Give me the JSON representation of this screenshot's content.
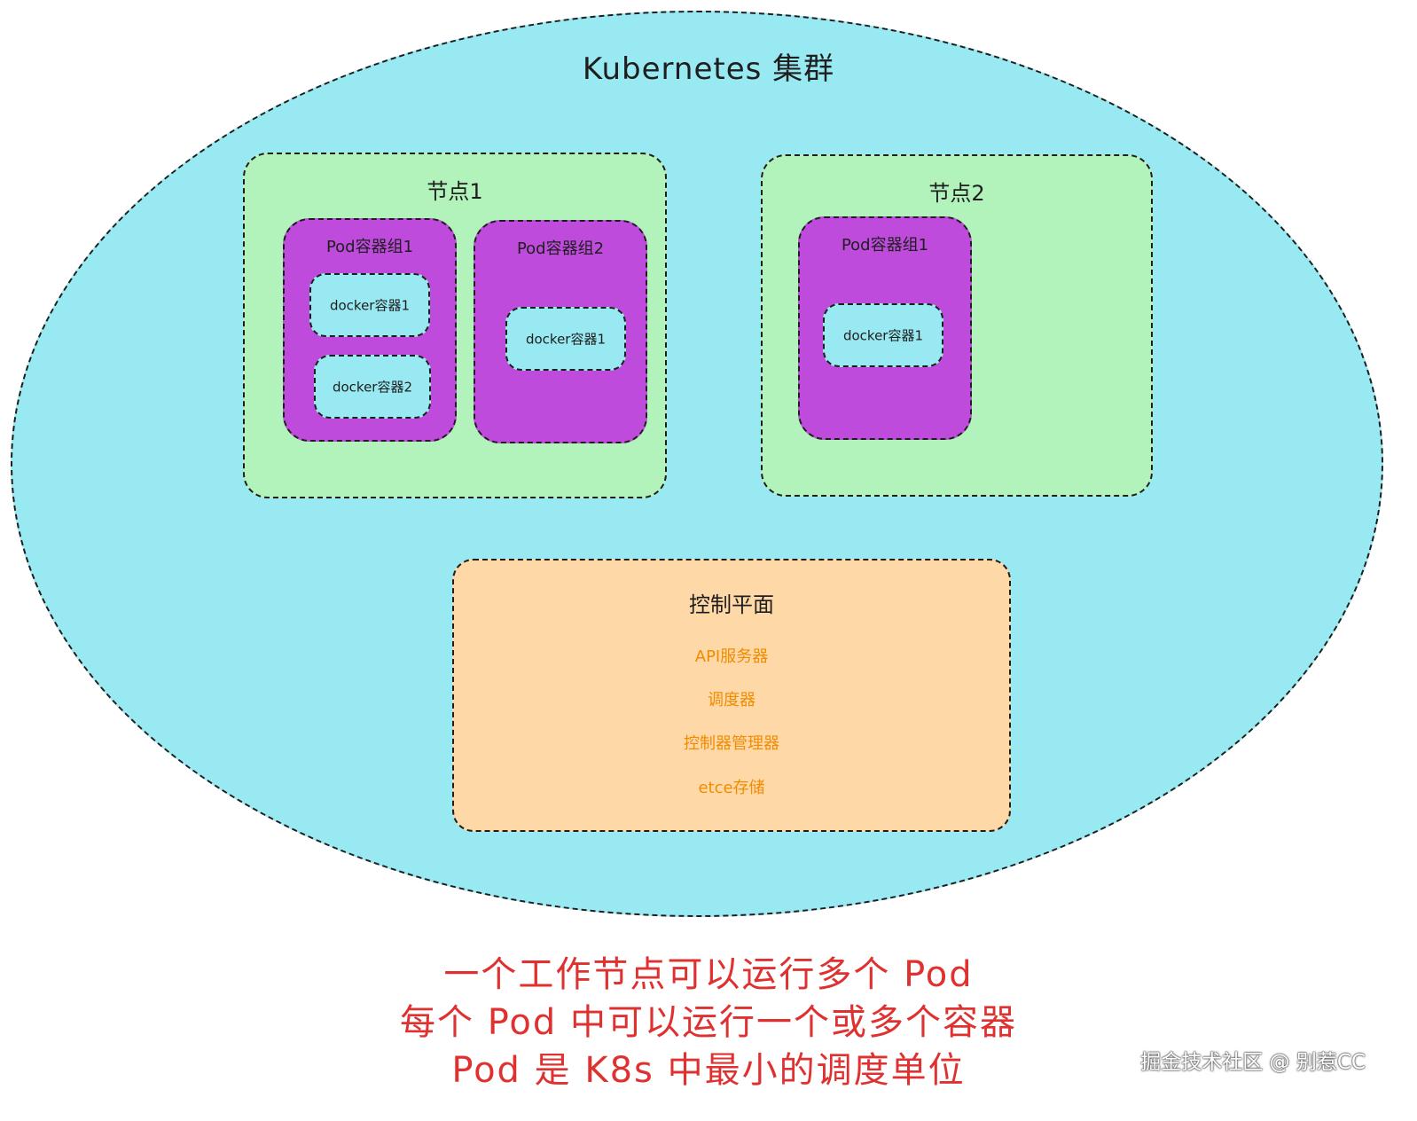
{
  "colors": {
    "cluster_fill": "#99e9f2",
    "node_fill": "#b2f2bb",
    "pod_fill": "#be4bdb",
    "container_fill": "#99e9f2",
    "control_fill": "#ffd8a8",
    "control_item_text": "#f08c00",
    "caption_text": "#e03131",
    "stroke": "#1e1e1e"
  },
  "cluster": {
    "title": "Kubernetes 集群"
  },
  "nodes": [
    {
      "label": "节点1",
      "pods": [
        {
          "label": "Pod容器组1",
          "containers": [
            "docker容器1",
            "docker容器2"
          ]
        },
        {
          "label": "Pod容器组2",
          "containers": [
            "docker容器1"
          ]
        }
      ]
    },
    {
      "label": "节点2",
      "pods": [
        {
          "label": "Pod容器组1",
          "containers": [
            "docker容器1"
          ]
        }
      ]
    }
  ],
  "control_plane": {
    "title": "控制平面",
    "items": [
      "API服务器",
      "调度器",
      "控制器管理器",
      "etce存储"
    ]
  },
  "caption": {
    "line1": "一个工作节点可以运行多个 Pod",
    "line2": "每个 Pod 中可以运行一个或多个容器",
    "line3": "Pod 是 K8s 中最小的调度单位"
  },
  "watermark": "掘金技术社区 @ 别惹CC"
}
